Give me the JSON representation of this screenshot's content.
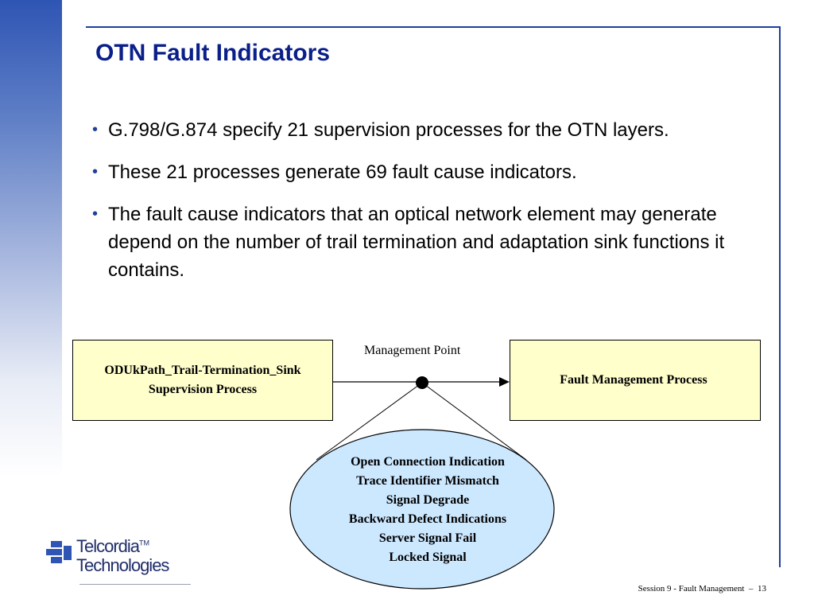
{
  "slide": {
    "title": "OTN Fault Indicators",
    "bullets": [
      "G.798/G.874 specify 21 supervision processes for the OTN layers.",
      "These 21 processes generate 69 fault cause indicators.",
      "The fault cause indicators that an optical network element may generate depend on the number of trail termination and adaptation sink functions it contains."
    ]
  },
  "diagram": {
    "source_box_line1": "ODUkPath_Trail-Termination_Sink",
    "source_box_line2": "Supervision Process",
    "target_box": "Fault Management Process",
    "management_point_label": "Management Point",
    "indicators": [
      "Open Connection Indication",
      "Trace Identifier Mismatch",
      "Signal Degrade",
      "Backward Defect Indications",
      "Server Signal Fail",
      "Locked Signal"
    ]
  },
  "logo": {
    "line1": "Telcordia",
    "tm": "TM",
    "line2": "Technologies"
  },
  "footer": {
    "session": "Session 9 - Fault Management",
    "separator": "–",
    "page_number": "13"
  },
  "colors": {
    "title": "#0b1f8a",
    "box_fill": "#ffffcc",
    "ellipse_fill": "#cce8ff",
    "frame": "#1f3f9a"
  }
}
